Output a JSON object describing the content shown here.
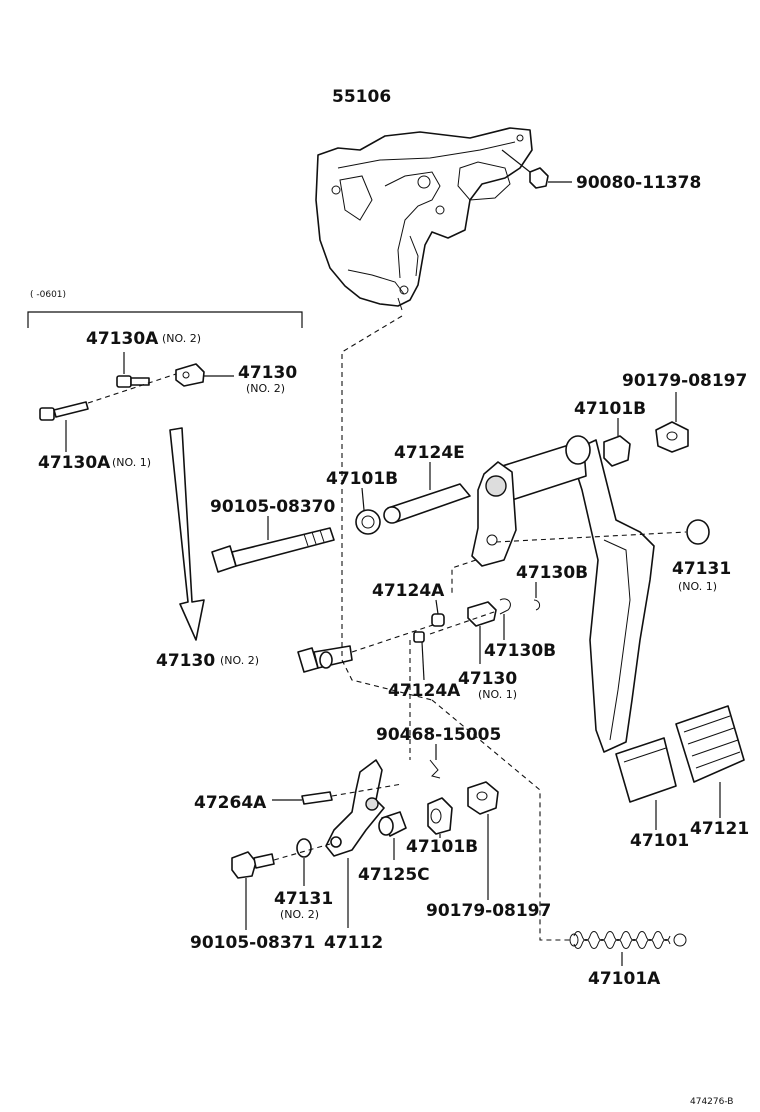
{
  "diagram": {
    "ref_code": "474276-B",
    "range_note": "(      -0601)",
    "parts": {
      "p55106": "55106",
      "p90080_11378": "90080-11378",
      "p47130a_top": "47130A",
      "p47130a_top_sub": "(NO. 2)",
      "p47130_top": "47130",
      "p47130_top_sub": "(NO. 2)",
      "p47130a_no1": "47130A",
      "p47130a_no1_sub": "(NO. 1)",
      "p90179_08197_top": "90179-08197",
      "p47101b_right": "47101B",
      "p47124e": "47124E",
      "p47101b_left": "47101B",
      "p90105_08370": "90105-08370",
      "p47131_no1": "47131",
      "p47131_no1_sub": "(NO. 1)",
      "p47124a_top": "47124A",
      "p47130b_top": "47130B",
      "p47130b_mid": "47130B",
      "p47130_no2": "47130",
      "p47130_no2_sub": "(NO. 2)",
      "p47130_no1": "47130",
      "p47130_no1_sub": "(NO. 1)",
      "p47124a_bot": "47124A",
      "p90468_15005": "90468-15005",
      "p47264a": "47264A",
      "p47101b_bot": "47101B",
      "p47125c": "47125C",
      "p47131_no2": "47131",
      "p47131_no2_sub": "(NO. 2)",
      "p90179_08197_bot": "90179-08197",
      "p90105_08371": "90105-08371",
      "p47112": "47112",
      "p47101": "47101",
      "p47121": "47121",
      "p47101a": "47101A"
    }
  }
}
